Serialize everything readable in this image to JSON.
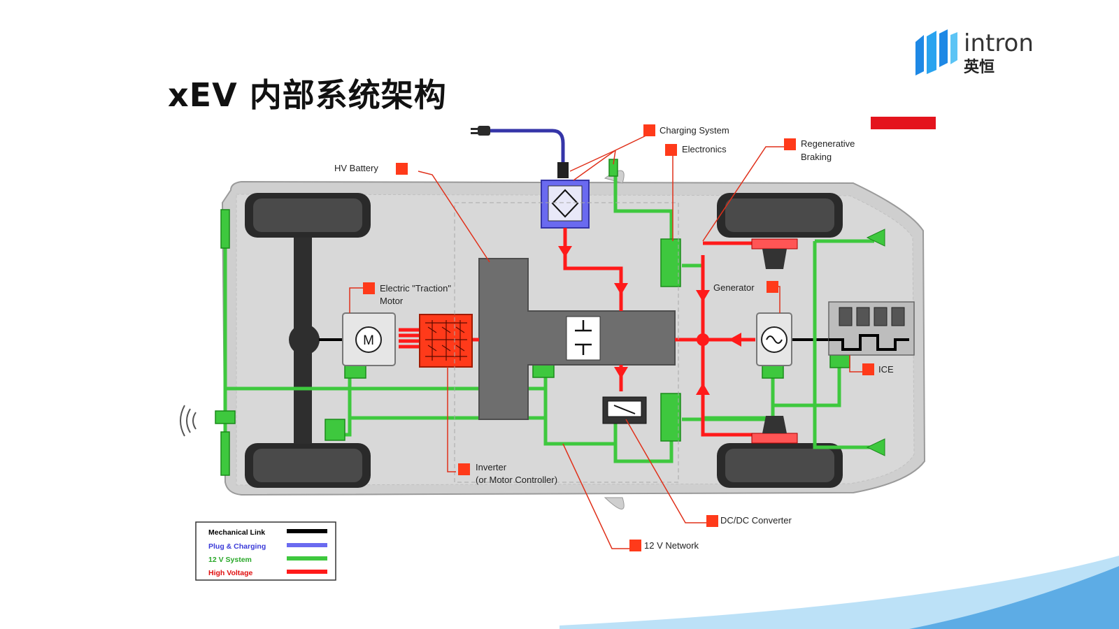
{
  "title": "xEV 内部系统架构",
  "logo": {
    "text": "intron",
    "cn": "英恒"
  },
  "labels": {
    "charging_system": "Charging System",
    "electronics": "Electronics",
    "regen_1": "Regenerative",
    "regen_2": "Braking",
    "hv_battery": "HV Battery",
    "motor_1": "Electric \"Traction\"",
    "motor_2": "Motor",
    "generator": "Generator",
    "ice": "ICE",
    "inverter_1": "Inverter",
    "inverter_2": "(or Motor Controller)",
    "dcdc": "DC/DC Converter",
    "network": "12 V Network",
    "motor_symbol": "M"
  },
  "legend": [
    {
      "label": "Mechanical Link",
      "color": "#000000",
      "text_color": "#000000"
    },
    {
      "label": "Plug & Charging",
      "color": "#6a6af0",
      "text_color": "#3a3ad8"
    },
    {
      "label": "12 V System",
      "color": "#3ec83e",
      "text_color": "#2aa82a"
    },
    {
      "label": "High Voltage",
      "color": "#ff1a1a",
      "text_color": "#e01010"
    }
  ],
  "colors": {
    "mechanical": "#000000",
    "charging": "#3535a8",
    "low_voltage": "#3ec83e",
    "high_voltage": "#ff1a1a",
    "marker": "#ff3a1a"
  }
}
